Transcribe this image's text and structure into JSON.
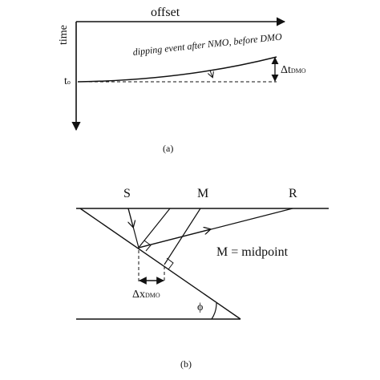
{
  "panel_a": {
    "x_axis_label": "offset",
    "y_axis_label": "time",
    "t0_label": "t",
    "t0_sub": "o",
    "event_label": "dipping event after NMO, before DMO",
    "delta_t_label": "Δt",
    "delta_t_sub": "DMO",
    "caption": "(a)"
  },
  "panel_b": {
    "source_label": "S",
    "midpoint_label": "M",
    "receiver_label": "R",
    "legend_text": "M = midpoint",
    "delta_x_label": "Δx",
    "delta_x_sub": "DMO",
    "dip_label": "ϕ",
    "caption": "(b)"
  }
}
